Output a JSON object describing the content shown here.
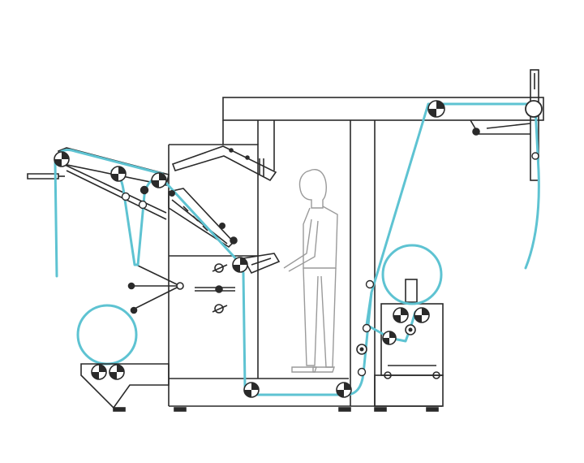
{
  "diagram": {
    "colors": {
      "frame": "#2a2a2a",
      "web": "#5ec3d2",
      "operator": "#9a9a9a",
      "background": "#ffffff"
    },
    "parts": [
      "left-feed-arm",
      "unwind-roll",
      "base-frame",
      "inspection-cabinet",
      "inspection-table",
      "operator",
      "top-gantry",
      "web-path",
      "rewind-roll",
      "rewind-unit",
      "rollers"
    ]
  }
}
